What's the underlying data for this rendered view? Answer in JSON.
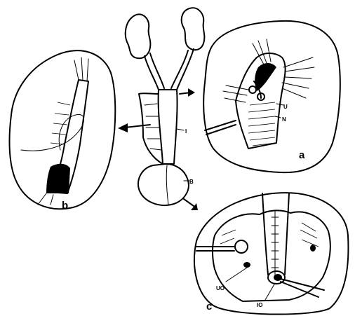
{
  "panels": {
    "a": "a",
    "b": "b",
    "c": "c"
  },
  "labels": {
    "I": "I",
    "B": "B",
    "U": "U",
    "N": "N",
    "UO": "UO",
    "IO": "IO"
  }
}
